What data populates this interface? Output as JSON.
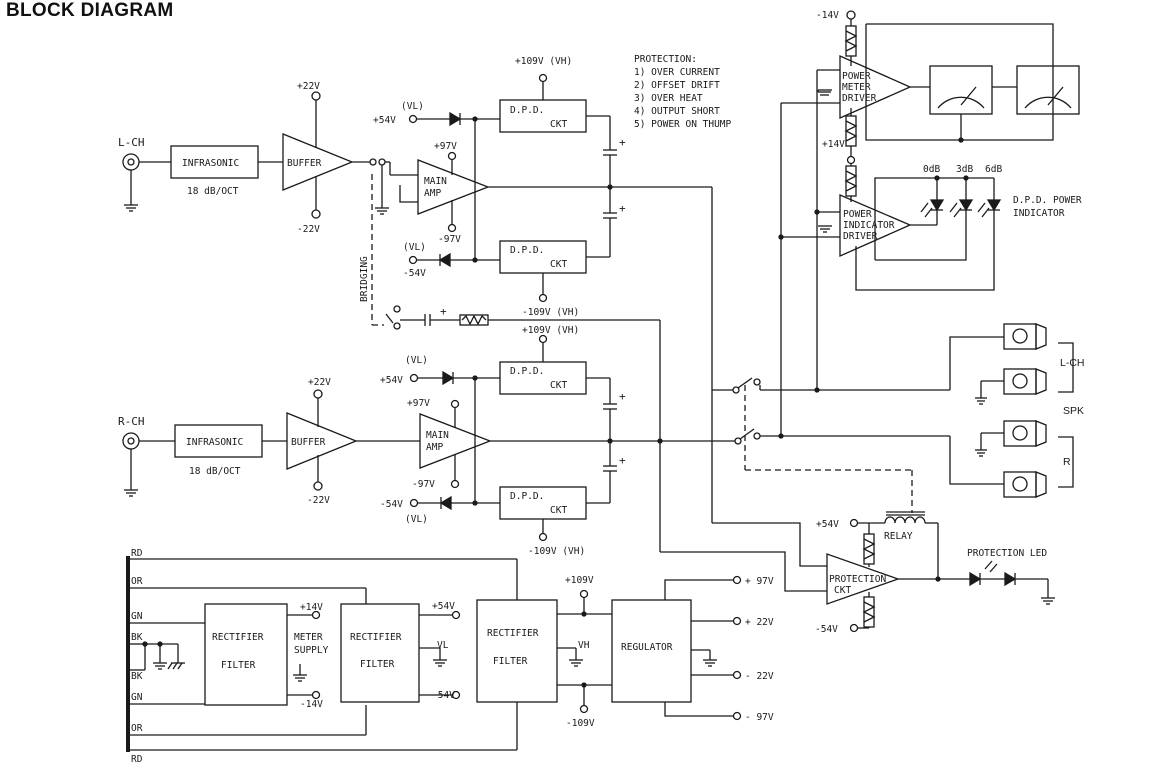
{
  "title": "BLOCK DIAGRAM",
  "colors": {
    "ink": "#1a1a1a",
    "paper": "#ffffff"
  },
  "inputs": {
    "left": "L-CH",
    "right": "R-CH"
  },
  "blocks": {
    "infrasonic": "INFRASONIC",
    "infrasonic_note": "18 dB/OCT",
    "buffer": "BUFFER",
    "main_amp_1": "MAIN",
    "main_amp_2": "AMP",
    "dpd_1": "D.P.D.",
    "dpd_2": "CKT",
    "power_meter_1": "POWER",
    "power_meter_2": "METER",
    "power_meter_3": "DRIVER",
    "power_ind_1": "POWER",
    "power_ind_2": "INDICATOR",
    "power_ind_3": "DRIVER",
    "protection_ckt_1": "PROTECTION",
    "protection_ckt_2": "CKT",
    "rectifier": "RECTIFIER",
    "filter": "FILTER",
    "regulator": "REGULATOR",
    "meter_supply_1": "METER",
    "meter_supply_2": "SUPPLY"
  },
  "voltages": {
    "p22": "+22V",
    "m22": "-22V",
    "p97": "+97V",
    "m97": "-97V",
    "p109vh": "+109V (VH)",
    "m109vh": "-109V (VH)",
    "p54": "+54V",
    "m54": "-54V",
    "vl": "(VL)",
    "p14": "+14V",
    "m14": "-14V",
    "p109": "+109V",
    "m109": "-109V",
    "vh": "VH",
    "vl_plain": "VL",
    "out_p97": "+ 97V",
    "out_p22": "+ 22V",
    "out_m22": "- 22V",
    "out_m97": "- 97V"
  },
  "protection": {
    "heading": "PROTECTION:",
    "items": [
      "1) OVER CURRENT",
      "2) OFFSET DRIFT",
      "3) OVER HEAT",
      "4) OUTPUT SHORT",
      "5) POWER ON THUMP"
    ]
  },
  "indicator": {
    "levels": [
      "0dB",
      "3dB",
      "6dB"
    ],
    "label_1": "D.P.D. POWER",
    "label_2": "INDICATOR"
  },
  "outputs": {
    "spk": "SPK",
    "l_ch": "L-CH",
    "r": "R"
  },
  "misc": {
    "bridging": "BRIDGING",
    "relay": "RELAY",
    "protection_led": "PROTECTION LED"
  },
  "transformer_taps": [
    "RD",
    "OR",
    "GN",
    "BK",
    "BK",
    "GN",
    "OR",
    "RD"
  ]
}
